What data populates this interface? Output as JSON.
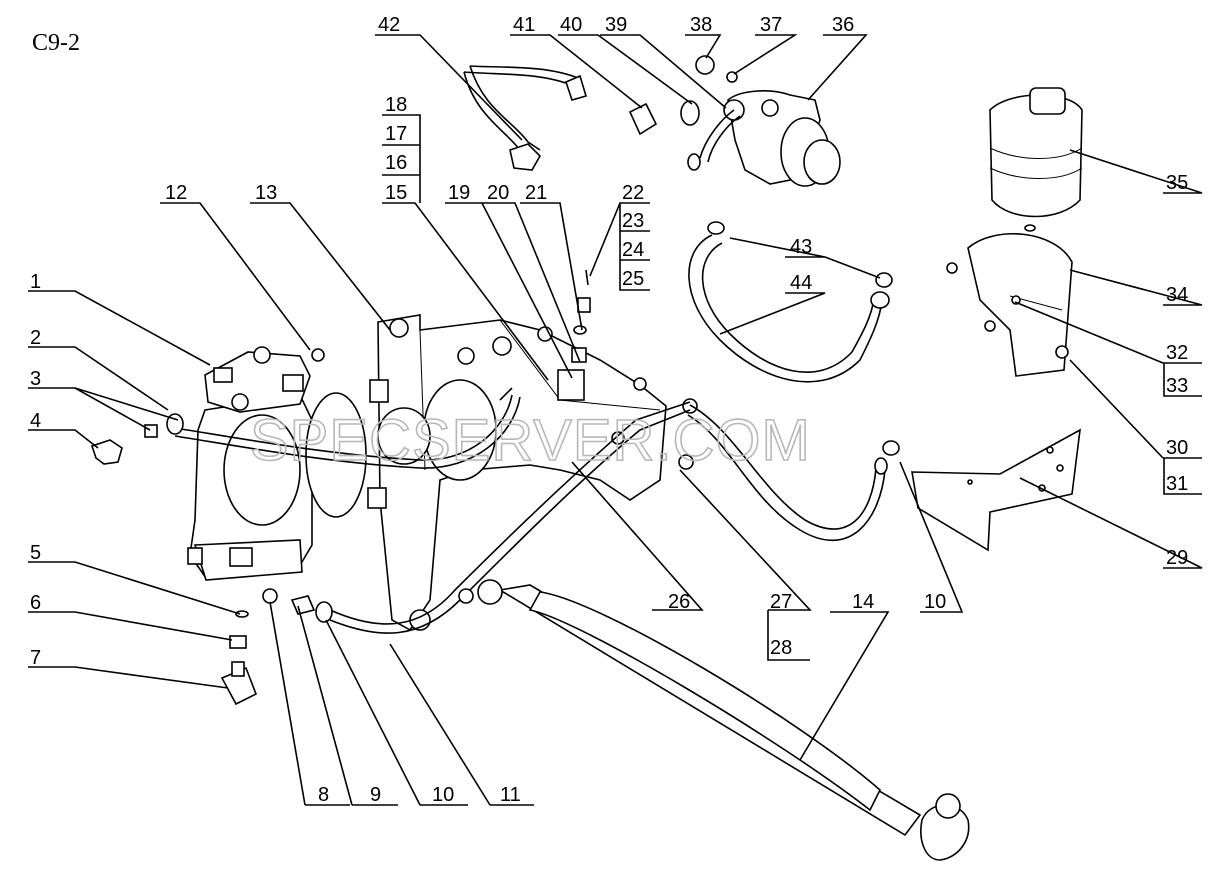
{
  "sheet_id": "C9-2",
  "watermark": "SPECSERVER.COM",
  "part_labels": [
    {
      "id": "1",
      "text": "1"
    },
    {
      "id": "2",
      "text": "2"
    },
    {
      "id": "3",
      "text": "3"
    },
    {
      "id": "4",
      "text": "4"
    },
    {
      "id": "5",
      "text": "5"
    },
    {
      "id": "6",
      "text": "6"
    },
    {
      "id": "7",
      "text": "7"
    },
    {
      "id": "8",
      "text": "8"
    },
    {
      "id": "9",
      "text": "9"
    },
    {
      "id": "10a",
      "text": "10"
    },
    {
      "id": "10b",
      "text": "10"
    },
    {
      "id": "11",
      "text": "11"
    },
    {
      "id": "12",
      "text": "12"
    },
    {
      "id": "13",
      "text": "13"
    },
    {
      "id": "14",
      "text": "14"
    },
    {
      "id": "15",
      "text": "15"
    },
    {
      "id": "16",
      "text": "16"
    },
    {
      "id": "17",
      "text": "17"
    },
    {
      "id": "18",
      "text": "18"
    },
    {
      "id": "19",
      "text": "19"
    },
    {
      "id": "20",
      "text": "20"
    },
    {
      "id": "21",
      "text": "21"
    },
    {
      "id": "22",
      "text": "22"
    },
    {
      "id": "23",
      "text": "23"
    },
    {
      "id": "24",
      "text": "24"
    },
    {
      "id": "25",
      "text": "25"
    },
    {
      "id": "26",
      "text": "26"
    },
    {
      "id": "27",
      "text": "27"
    },
    {
      "id": "28",
      "text": "28"
    },
    {
      "id": "29",
      "text": "29"
    },
    {
      "id": "30",
      "text": "30"
    },
    {
      "id": "31",
      "text": "31"
    },
    {
      "id": "32",
      "text": "32"
    },
    {
      "id": "33",
      "text": "33"
    },
    {
      "id": "34",
      "text": "34"
    },
    {
      "id": "35",
      "text": "35"
    },
    {
      "id": "36",
      "text": "36"
    },
    {
      "id": "37",
      "text": "37"
    },
    {
      "id": "38",
      "text": "38"
    },
    {
      "id": "39",
      "text": "39"
    },
    {
      "id": "40",
      "text": "40"
    },
    {
      "id": "41",
      "text": "41"
    },
    {
      "id": "42",
      "text": "42"
    },
    {
      "id": "43",
      "text": "43"
    },
    {
      "id": "44",
      "text": "44"
    }
  ]
}
